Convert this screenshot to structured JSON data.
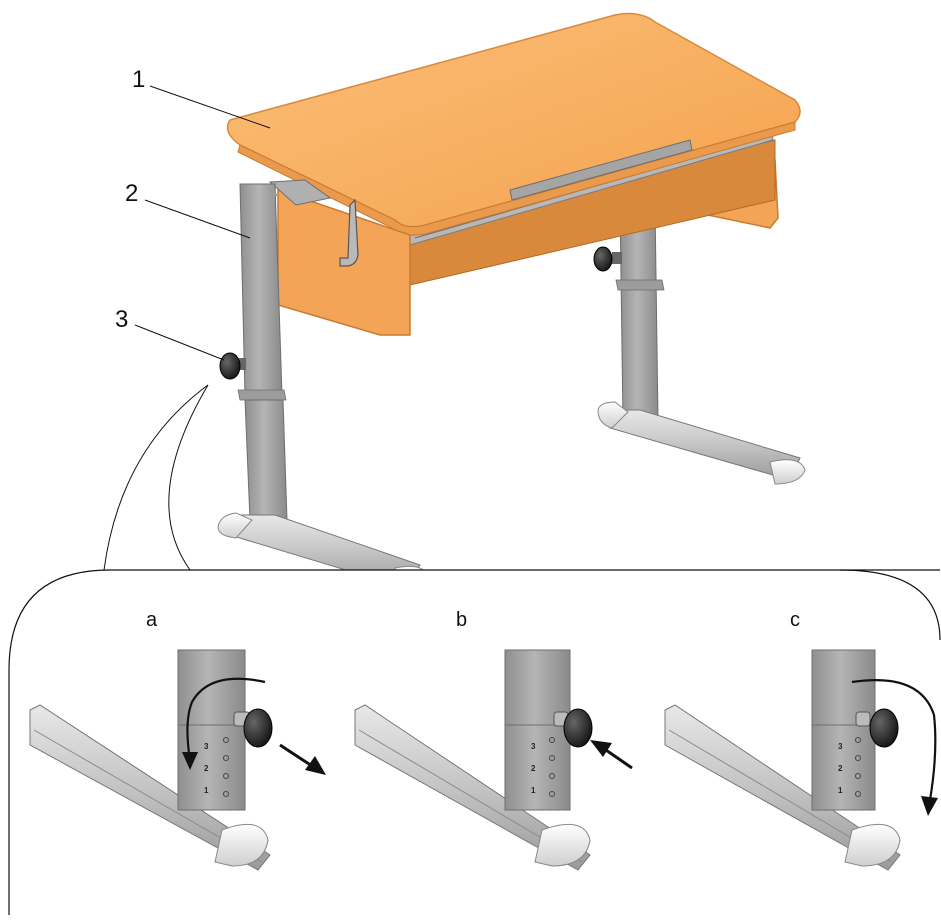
{
  "callouts": [
    {
      "label": "1",
      "part": "desktop-board"
    },
    {
      "label": "2",
      "part": "leg-frame"
    },
    {
      "label": "3",
      "part": "height-lock-knob"
    }
  ],
  "steps": [
    {
      "label": "a",
      "action": "turn knob counter-clockwise and pull out"
    },
    {
      "label": "b",
      "action": "push knob in"
    },
    {
      "label": "c",
      "action": "turn knob clockwise to lock"
    }
  ],
  "scale_marks": [
    "3",
    "2",
    "1"
  ],
  "colors": {
    "desk_top": "#f8b162",
    "desk_edge": "#d9893c",
    "panel": "#f4a457",
    "panel_dark": "#c97a30",
    "metal": "#a9a9a9",
    "metal_dark": "#7e7e7e",
    "knob": "#2a2a2a",
    "foot_cap": "#f0f0f0"
  }
}
